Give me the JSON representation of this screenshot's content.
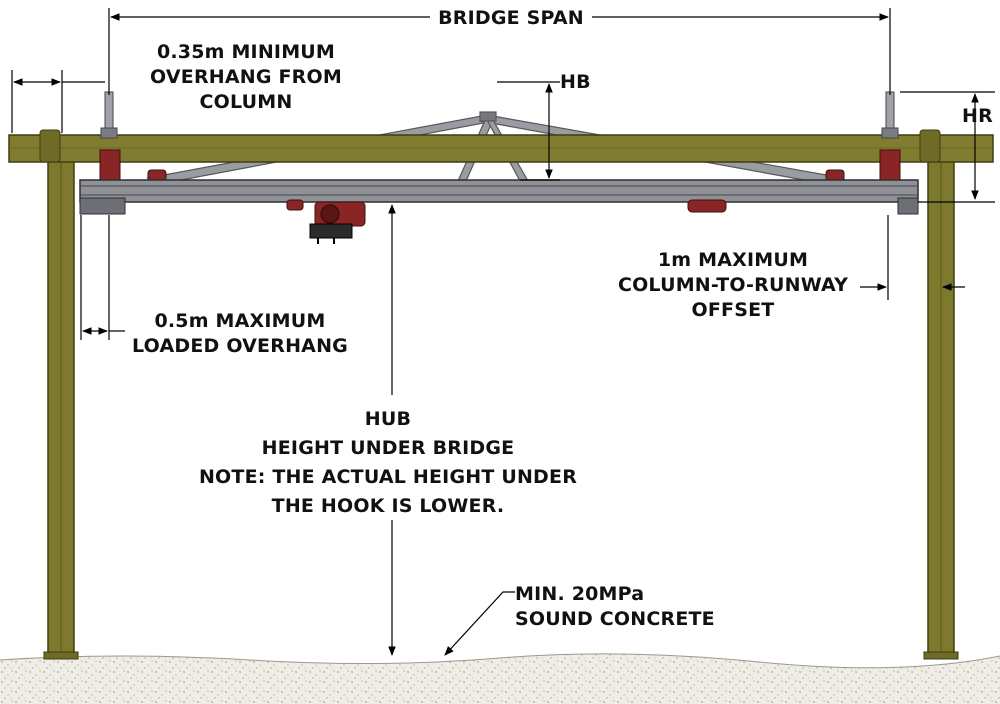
{
  "colors": {
    "column": "#7d7a2e",
    "column_edge": "#3f3d12",
    "runway": "#807c30",
    "bridge": "#8f9197",
    "bridge_dark": "#44464b",
    "truss": "#9a9ca2",
    "trolley": "#8a2525",
    "dimension": "#000000",
    "concrete": "#e6e4dc"
  },
  "labels": {
    "bridge_span": "BRIDGE SPAN",
    "min_overhang": [
      "0.35m MINIMUM",
      "OVERHANG FROM",
      "COLUMN"
    ],
    "hb": "HB",
    "hr": "HR",
    "max_offset": [
      "1m MAXIMUM",
      "COLUMN-TO-RUNWAY",
      "OFFSET"
    ],
    "loaded_overhang": [
      "0.5m MAXIMUM",
      "LOADED OVERHANG"
    ],
    "hub": [
      "HUB",
      "HEIGHT UNDER BRIDGE",
      "NOTE: THE ACTUAL HEIGHT UNDER",
      "THE HOOK IS LOWER."
    ],
    "concrete": [
      "MIN. 20MPa",
      "SOUND CONCRETE"
    ]
  }
}
